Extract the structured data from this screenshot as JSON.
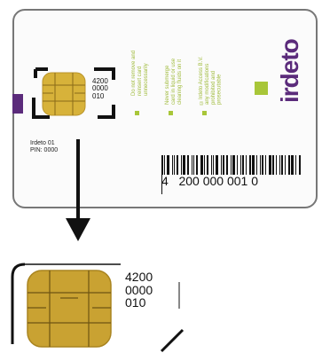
{
  "card": {
    "chip_number": [
      "4200",
      "0000",
      "010"
    ],
    "card_label": [
      "Irdeto 01",
      "PIN: 0000"
    ],
    "notices": [
      "Do not remove and\nreinsert card\nunnecessarily",
      "Never submerge\ncard in liquid or use\ncleaning fluids on it",
      "©Irdeto Access B.V.\nany modifications\nprohibited and\nprosecutable"
    ],
    "brand": "irdeto",
    "barcode_number": "4   200 000 001 0",
    "colors": {
      "brand": "#5b2b7b",
      "accent": "#a8c639"
    }
  },
  "sim": {
    "chip_number": [
      "4200",
      "0000",
      "010"
    ]
  }
}
